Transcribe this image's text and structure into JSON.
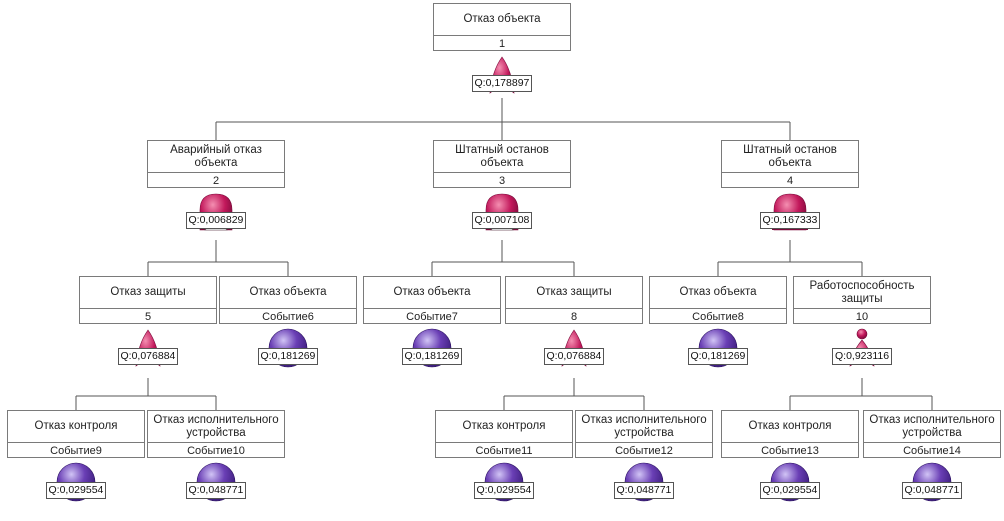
{
  "nodes": [
    {
      "id": "n1",
      "title": "Отказ объекта",
      "number": "1",
      "q": "Q:0,178897",
      "gate": "or",
      "parent": null
    },
    {
      "id": "n2",
      "title": "Аварийный отказ объекта",
      "number": "2",
      "q": "Q:0,006829",
      "gate": "priority-and",
      "parent": "n1"
    },
    {
      "id": "n3",
      "title": "Штатный останов объекта",
      "number": "3",
      "q": "Q:0,007108",
      "gate": "priority-and",
      "parent": "n1"
    },
    {
      "id": "n4",
      "title": "Штатный останов объекта",
      "number": "4",
      "q": "Q:0,167333",
      "gate": "and",
      "parent": "n1"
    },
    {
      "id": "n5",
      "title": "Отказ защиты",
      "number": "5",
      "q": "Q:0,076884",
      "gate": "or",
      "parent": "n2"
    },
    {
      "id": "n6",
      "title": "Отказ объекта",
      "number": "Событие6",
      "q": "Q:0,181269",
      "gate": "basic-event",
      "parent": "n2"
    },
    {
      "id": "n7",
      "title": "Отказ объекта",
      "number": "Событие7",
      "q": "Q:0,181269",
      "gate": "basic-event",
      "parent": "n3"
    },
    {
      "id": "n8",
      "title": "Отказ защиты",
      "number": "8",
      "q": "Q:0,076884",
      "gate": "or",
      "parent": "n3"
    },
    {
      "id": "n9",
      "title": "Отказ объекта",
      "number": "Событие8",
      "q": "Q:0,181269",
      "gate": "basic-event",
      "parent": "n4"
    },
    {
      "id": "n10",
      "title": "Работоспособность защиты",
      "number": "10",
      "q": "Q:0,923116",
      "gate": "not",
      "parent": "n4"
    },
    {
      "id": "n11",
      "title": "Отказ контроля",
      "number": "Событие9",
      "q": "Q:0,029554",
      "gate": "basic-event",
      "parent": "n5"
    },
    {
      "id": "n12",
      "title": "Отказ исполнительного устройства",
      "number": "Событие10",
      "q": "Q:0,048771",
      "gate": "basic-event",
      "parent": "n5"
    },
    {
      "id": "n13",
      "title": "Отказ контроля",
      "number": "Событие11",
      "q": "Q:0,029554",
      "gate": "basic-event",
      "parent": "n8"
    },
    {
      "id": "n14",
      "title": "Отказ исполнительного устройства",
      "number": "Событие12",
      "q": "Q:0,048771",
      "gate": "basic-event",
      "parent": "n8"
    },
    {
      "id": "n15",
      "title": "Отказ контроля",
      "number": "Событие13",
      "q": "Q:0,029554",
      "gate": "basic-event",
      "parent": "n10"
    },
    {
      "id": "n16",
      "title": "Отказ исполнительного устройства",
      "number": "Событие14",
      "q": "Q:0,048771",
      "gate": "basic-event",
      "parent": "n10"
    }
  ],
  "colors": {
    "gate_fill": "#c2185b",
    "gate_dark": "#7b0a3a",
    "event_fill": "#6a3fb5",
    "event_dark": "#3b1c7a",
    "line": "#555555",
    "box_border": "#7a7a7a"
  }
}
